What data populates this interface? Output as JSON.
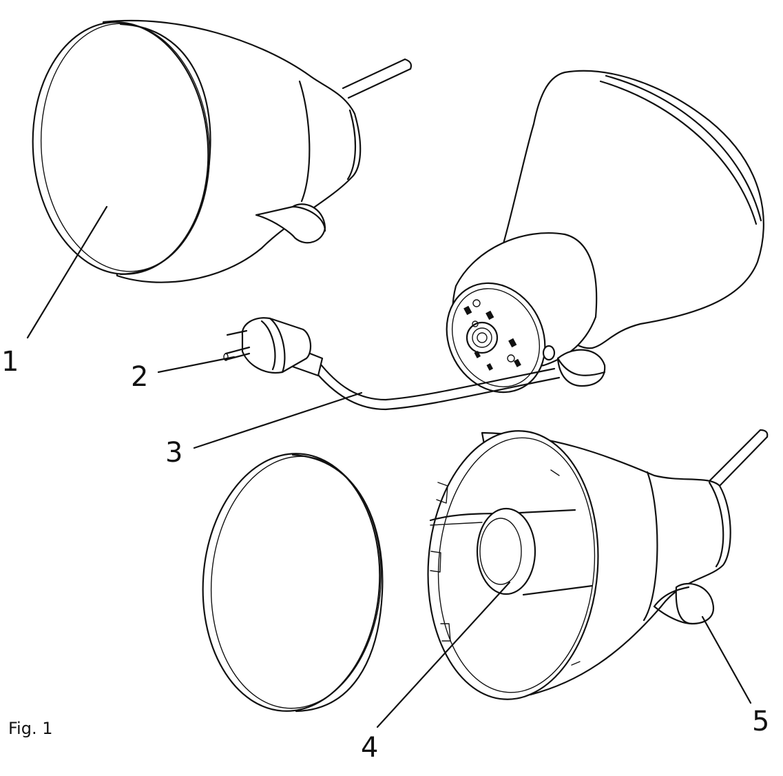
{
  "figure": {
    "caption": "Fig. 1",
    "labels": {
      "part_1": "1",
      "part_2": "2",
      "part_3": "3",
      "part_4": "4",
      "part_5": "5"
    }
  }
}
